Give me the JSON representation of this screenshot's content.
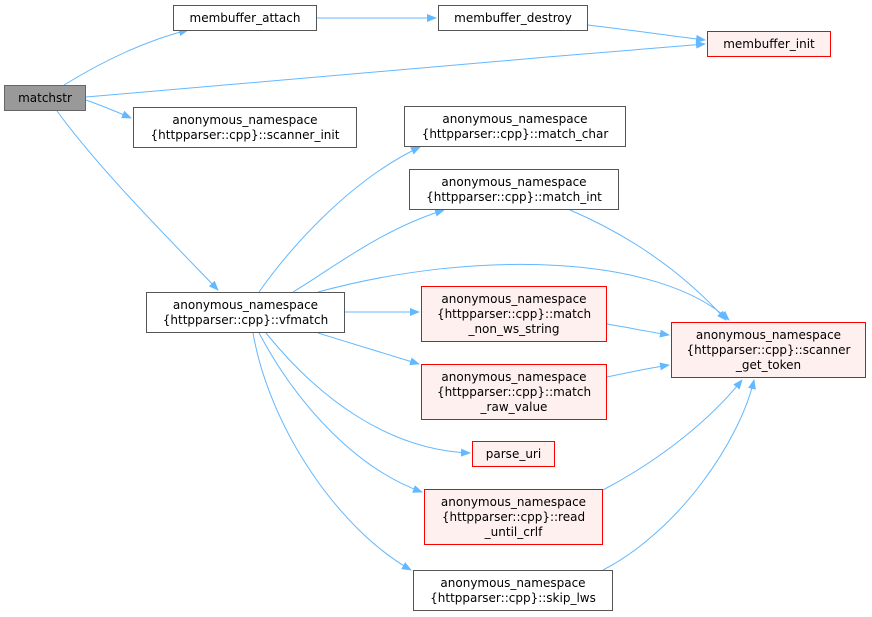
{
  "colors": {
    "edge": "#63b8ff",
    "node_border": "#555555",
    "node_fill": "#ffffff",
    "root_fill": "#999999",
    "external_border": "#ff0000",
    "external_fill": "#fff0f0"
  },
  "nodes": {
    "matchstr": {
      "lines": [
        "matchstr"
      ]
    },
    "membuffer_attach": {
      "lines": [
        "membuffer_attach"
      ]
    },
    "membuffer_destroy": {
      "lines": [
        "membuffer_destroy"
      ]
    },
    "membuffer_init": {
      "lines": [
        "membuffer_init"
      ]
    },
    "scanner_init": {
      "lines": [
        "anonymous_namespace",
        "{httpparser::cpp}::scanner_init"
      ]
    },
    "match_char": {
      "lines": [
        "anonymous_namespace",
        "{httpparser::cpp}::match_char"
      ]
    },
    "match_int": {
      "lines": [
        "anonymous_namespace",
        "{httpparser::cpp}::match_int"
      ]
    },
    "vfmatch": {
      "lines": [
        "anonymous_namespace",
        "{httpparser::cpp}::vfmatch"
      ]
    },
    "match_non_ws_string": {
      "lines": [
        "anonymous_namespace",
        "{httpparser::cpp}::match",
        "_non_ws_string"
      ]
    },
    "scanner_get_token": {
      "lines": [
        "anonymous_namespace",
        "{httpparser::cpp}::scanner",
        "_get_token"
      ]
    },
    "match_raw_value": {
      "lines": [
        "anonymous_namespace",
        "{httpparser::cpp}::match",
        "_raw_value"
      ]
    },
    "parse_uri": {
      "lines": [
        "parse_uri"
      ]
    },
    "read_until_crlf": {
      "lines": [
        "anonymous_namespace",
        "{httpparser::cpp}::read",
        "_until_crlf"
      ]
    },
    "skip_lws": {
      "lines": [
        "anonymous_namespace",
        "{httpparser::cpp}::skip_lws"
      ]
    }
  },
  "edges": [
    [
      "matchstr",
      "membuffer_attach"
    ],
    [
      "matchstr",
      "membuffer_init"
    ],
    [
      "matchstr",
      "scanner_init"
    ],
    [
      "matchstr",
      "vfmatch"
    ],
    [
      "membuffer_attach",
      "membuffer_destroy"
    ],
    [
      "membuffer_destroy",
      "membuffer_init"
    ],
    [
      "vfmatch",
      "match_char"
    ],
    [
      "vfmatch",
      "match_int"
    ],
    [
      "vfmatch",
      "scanner_get_token"
    ],
    [
      "vfmatch",
      "match_non_ws_string"
    ],
    [
      "vfmatch",
      "match_raw_value"
    ],
    [
      "vfmatch",
      "parse_uri"
    ],
    [
      "vfmatch",
      "read_until_crlf"
    ],
    [
      "vfmatch",
      "skip_lws"
    ],
    [
      "match_int",
      "scanner_get_token"
    ],
    [
      "match_non_ws_string",
      "scanner_get_token"
    ],
    [
      "match_raw_value",
      "scanner_get_token"
    ],
    [
      "read_until_crlf",
      "scanner_get_token"
    ],
    [
      "skip_lws",
      "scanner_get_token"
    ]
  ]
}
